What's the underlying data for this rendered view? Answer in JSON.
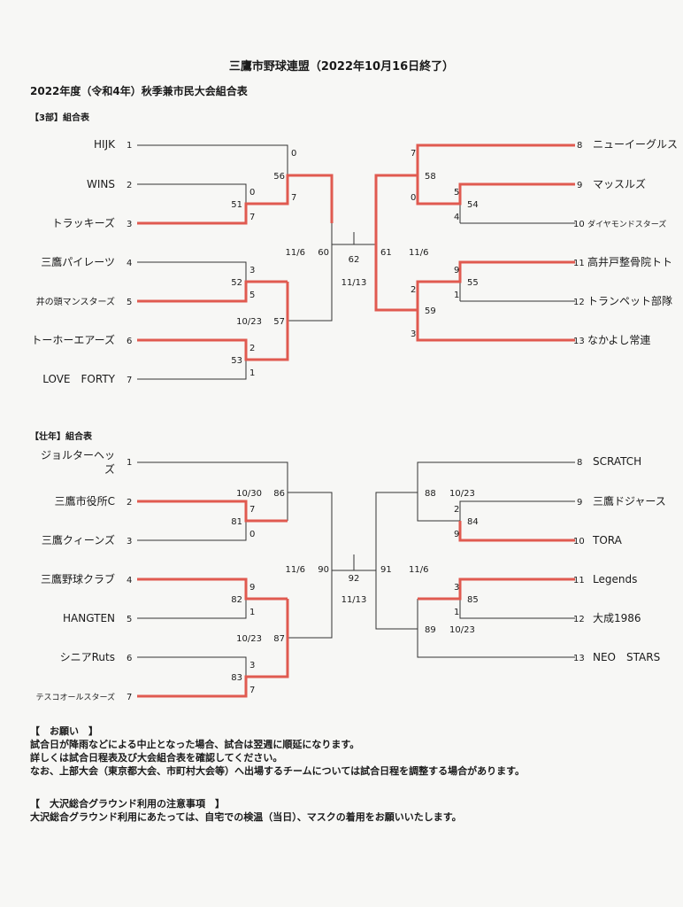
{
  "title": "三鷹市野球連盟（2022年10月16日終了）",
  "subtitle": "2022年度（令和4年）秋季兼市民大会組合表",
  "div3": {
    "label": "【3部】組合表",
    "left_teams": [
      {
        "name": "HIJK",
        "num": "1"
      },
      {
        "name": "WINS",
        "num": "2"
      },
      {
        "name": "トラッキーズ",
        "num": "3"
      },
      {
        "name": "三鷹パイレーツ",
        "num": "4"
      },
      {
        "name": "井の頭マンスターズ",
        "num": "5"
      },
      {
        "name": "トーホーエアーズ",
        "num": "6"
      },
      {
        "name": "LOVE　FORTY",
        "num": "7"
      }
    ],
    "right_teams": [
      {
        "num": "8",
        "name": "ニューイーグルス"
      },
      {
        "num": "9",
        "name": "マッスルズ"
      },
      {
        "num": "10",
        "name": "ダイヤモンドスターズ"
      },
      {
        "num": "11",
        "name": "高井戸整骨院トト"
      },
      {
        "num": "12",
        "name": "トランペット部隊"
      },
      {
        "num": "13",
        "name": "なかよし常連"
      }
    ],
    "scores": {
      "s_a": "0",
      "s_b": "7",
      "s_c": "0",
      "s_d": "7",
      "s_e": "3",
      "s_f": "5",
      "s_g": "2",
      "s_h": "1",
      "r_a": "7",
      "r_b": "0",
      "r_c": "5",
      "r_d": "4",
      "r_e": "9",
      "r_f": "1",
      "r_g": "2",
      "r_h": "3"
    },
    "games": {
      "g51": "51",
      "g52": "52",
      "g53": "53",
      "g56": "56",
      "g57": "57",
      "g54": "54",
      "g55": "55",
      "g58": "58",
      "g59": "59",
      "g60": "60",
      "g61": "61",
      "g62": "62"
    },
    "dates": {
      "d_left": "11/6",
      "d_right": "11/6",
      "d_final": "11/13",
      "d_57": "10/23"
    }
  },
  "masters": {
    "label": "【壮年】組合表",
    "left_teams": [
      {
        "name": "ジョルターヘッ",
        "name2": "ズ",
        "num": "1"
      },
      {
        "name": "三鷹市役所C",
        "num": "2"
      },
      {
        "name": "三鷹クィーンズ",
        "num": "3"
      },
      {
        "name": "三鷹野球クラブ",
        "num": "4"
      },
      {
        "name": "HANGTEN",
        "num": "5"
      },
      {
        "name": "シニアRuts",
        "num": "6"
      },
      {
        "name": "テスコオールスターズ",
        "num": "7"
      }
    ],
    "right_teams": [
      {
        "num": "8",
        "name": "SCRATCH"
      },
      {
        "num": "9",
        "name": "三鷹ドジャース"
      },
      {
        "num": "10",
        "name": "TORA"
      },
      {
        "num": "11",
        "name": "Legends"
      },
      {
        "num": "12",
        "name": "大成1986"
      },
      {
        "num": "13",
        "name": "NEO　STARS"
      }
    ],
    "scores": {
      "s_a": "7",
      "s_b": "0",
      "s_c": "9",
      "s_d": "1",
      "s_e": "3",
      "s_f": "7",
      "r_a": "2",
      "r_b": "9",
      "r_c": "3",
      "r_d": "1"
    },
    "games": {
      "g81": "81",
      "g82": "82",
      "g83": "83",
      "g86": "86",
      "g87": "87",
      "g84": "84",
      "g85": "85",
      "g88": "88",
      "g89": "89",
      "g90": "90",
      "g91": "91",
      "g92": "92"
    },
    "dates": {
      "d_86": "10/30",
      "d_87": "10/23",
      "d_88": "10/23",
      "d_89": "10/23",
      "d_left": "11/6",
      "d_right": "11/6",
      "d_final": "11/13"
    }
  },
  "notes": {
    "h1": "【　お願い　】",
    "l1": "試合日が降雨などによる中止となった場合、試合は翌週に順延になります。",
    "l2": "詳しくは試合日程表及び大会組合表を確認してください。",
    "l3": "なお、上部大会（東京都大会、市町村大会等）へ出場するチームについては試合日程を調整する場合があります。",
    "h2": "【　大沢総合グラウンド利用の注意事項　】",
    "l4": "大沢総合グラウンド利用にあたっては、自宅での検温（当日）、マスクの着用をお願いいたします。"
  },
  "colors": {
    "winner": "#e05a50",
    "line": "#333333"
  }
}
